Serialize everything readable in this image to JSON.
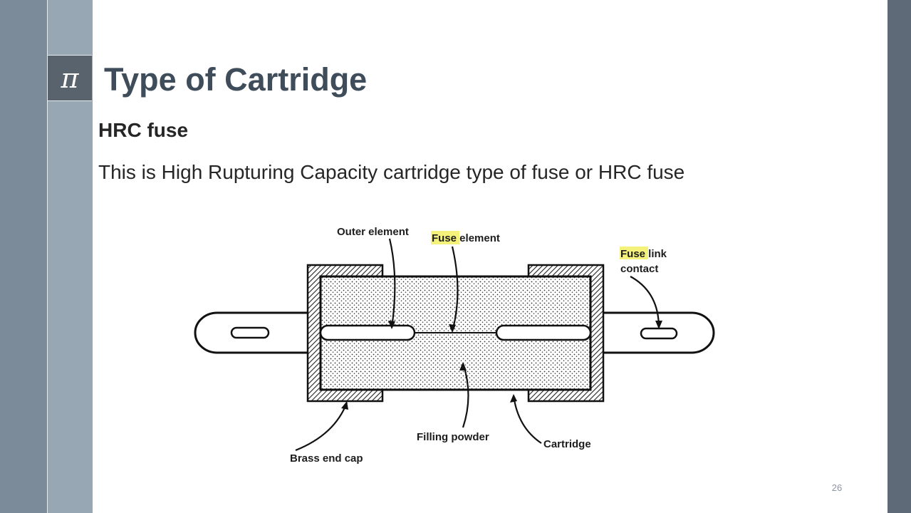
{
  "slide": {
    "logo_symbol": "π",
    "title": "Type of Cartridge",
    "subtitle": "HRC fuse",
    "body": "This is High Rupturing Capacity cartridge type of fuse or HRC fuse",
    "page_number": "26"
  },
  "diagram": {
    "labels": {
      "outer_element": "Outer element",
      "fuse_element_highlight": "Fuse",
      "fuse_element_rest": " element",
      "fuse_link_highlight": "Fuse",
      "fuse_link_rest": " link",
      "contact": "contact",
      "filling_powder": "Filling powder",
      "cartridge": "Cartridge",
      "brass_end_cap": "Brass end cap"
    },
    "highlight_color": "#f4f27a"
  },
  "colors": {
    "band_outer": "#7c8b99",
    "band_inner": "#98a7b4",
    "band_right": "#5e6a77",
    "title": "#3f4d5b"
  }
}
